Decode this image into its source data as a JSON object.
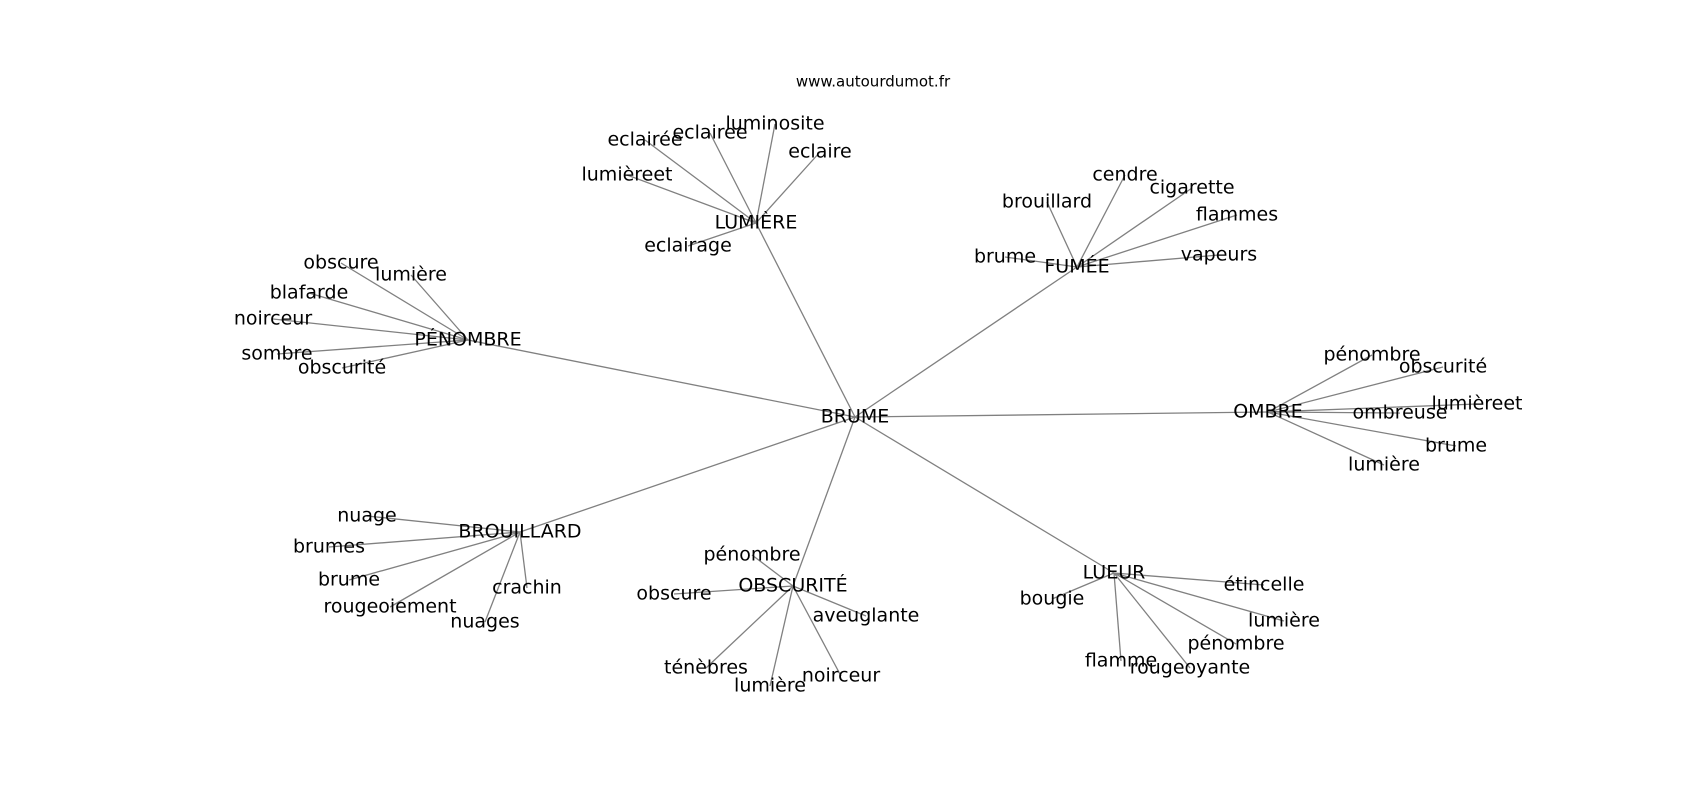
{
  "source": "www.autourdumot.fr",
  "center": "BRUME",
  "clusters": [
    {
      "label": "LUMIÈRE",
      "words": [
        "luminosite",
        "eclairee",
        "eclairée",
        "eclaire",
        "lumièreet",
        "eclairage"
      ]
    },
    {
      "label": "FUMÉE",
      "words": [
        "cendre",
        "cigarette",
        "brouillard",
        "flammes",
        "brume",
        "vapeurs"
      ]
    },
    {
      "label": "PÉNOMBRE",
      "words": [
        "obscure",
        "lumière",
        "blafarde",
        "noirceur",
        "sombre",
        "obscurité"
      ]
    },
    {
      "label": "OMBRE",
      "words": [
        "pénombre",
        "obscurité",
        "lumièreet",
        "ombreuse",
        "brume",
        "lumière"
      ]
    },
    {
      "label": "BROUILLARD",
      "words": [
        "nuage",
        "brumes",
        "brume",
        "crachin",
        "rougeoiement",
        "nuages"
      ]
    },
    {
      "label": "OBSCURITÉ",
      "words": [
        "pénombre",
        "obscure",
        "aveuglante",
        "ténèbres",
        "noirceur",
        "lumière"
      ]
    },
    {
      "label": "LUEUR",
      "words": [
        "étincelle",
        "bougie",
        "lumière",
        "pénombre",
        "flamme",
        "rougeoyante"
      ]
    }
  ]
}
